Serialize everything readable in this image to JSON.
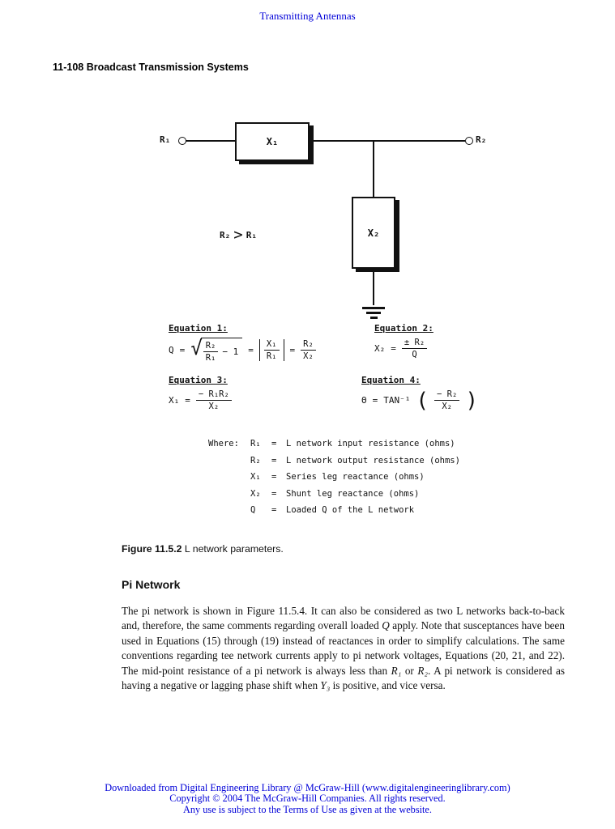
{
  "colors": {
    "link_blue": "#0000d8",
    "ink": "#111111"
  },
  "page": {
    "running_header": "Transmitting Antennas",
    "page_header": "11-108 Broadcast Transmission Systems"
  },
  "diagram": {
    "r1_label": "R₁",
    "r2_label": "R₂",
    "x1_label": "X₁",
    "x2_label": "X₂",
    "inequality": {
      "left": "R₂",
      "gt": ">",
      "right": "R₁"
    }
  },
  "equations": {
    "eq1": {
      "label": "Equation 1:",
      "lhs": "Q",
      "eq1": "=",
      "rad": "√",
      "num1": "R₂",
      "den1": "R₁",
      "minus_one": "− 1",
      "eq2": "=",
      "num2": "X₁",
      "den2": "R₁",
      "eq3": "=",
      "num3": "R₂",
      "den3": "X₂"
    },
    "eq2": {
      "label": "Equation 2:",
      "lhs": "X₂",
      "eq": "=",
      "num": "± R₂",
      "den": "Q"
    },
    "eq3": {
      "label": "Equation 3:",
      "lhs": "X₁",
      "eq": "=",
      "num": "− R₁R₂",
      "den": "X₂"
    },
    "eq4": {
      "label": "Equation 4:",
      "lhs": "Θ",
      "eq": "=",
      "fn": "TAN⁻¹",
      "lp": "(",
      "num": "− R₂",
      "den": "X₂",
      "rp": ")"
    }
  },
  "where": {
    "label": "Where:",
    "items": [
      {
        "sym": "R₁",
        "eq": "=",
        "desc": "L network input resistance (ohms)"
      },
      {
        "sym": "R₂",
        "eq": "=",
        "desc": "L network output resistance (ohms)"
      },
      {
        "sym": "X₁",
        "eq": "=",
        "desc": "Series leg reactance (ohms)"
      },
      {
        "sym": "X₂",
        "eq": "=",
        "desc": "Shunt leg reactance (ohms)"
      },
      {
        "sym": "Q",
        "eq": "=",
        "desc": "Loaded Q of the L network"
      }
    ]
  },
  "caption": {
    "bold": "Figure 11.5.2",
    "text": " L network parameters."
  },
  "section": {
    "heading": "Pi Network",
    "paragraph": {
      "p0": "The pi network is shown in Figure 11.5.4. It can also be considered as two L networks back-to-back and, therefore, the same comments regarding overall loaded ",
      "p1": "Q",
      "p2": " apply. Note that susceptances have been used in Equations (15) through (19) instead of reactances in order to simplify calculations. The same conventions regarding tee network currents apply to pi network voltages, Equations (20, 21, and 22). The mid-point resistance of a pi network is always less than ",
      "p3": "R₁",
      "p4": " or ",
      "p5": "R₂",
      "p6": ". A pi network is considered as having a negative or lagging phase shift when ",
      "p7": "Y₃",
      "p8": " is positive, and vice versa."
    }
  },
  "footer": {
    "line1": "Downloaded from Digital Engineering Library @ McGraw-Hill (www.digitalengineeringlibrary.com)",
    "line2": "Copyright © 2004 The McGraw-Hill Companies. All rights reserved.",
    "line3": "Any use is subject to the Terms of Use as given at the website."
  }
}
